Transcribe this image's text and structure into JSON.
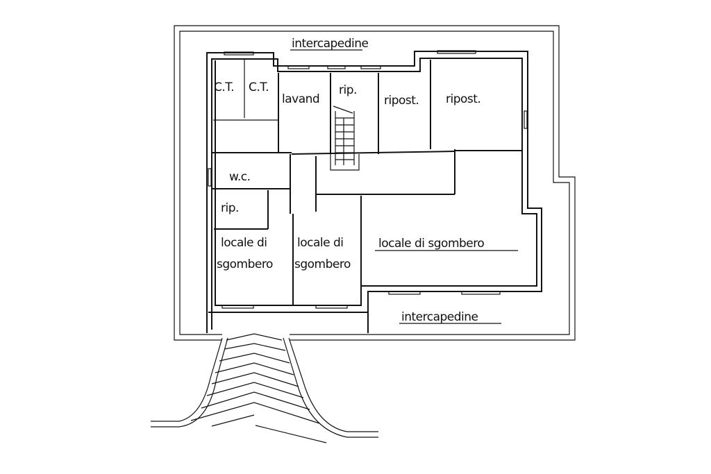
{
  "plan": {
    "rooms": {
      "intercapedine_top": "intercapedine",
      "ct_1": "C.T.",
      "ct_2": "C.T.",
      "lavand": "lavand",
      "rip_stair": "rip.",
      "ripost_1": "ripost.",
      "ripost_2": "ripost.",
      "wc": "w.c.",
      "rip_small": "rip.",
      "locale_left_1": "locale di",
      "locale_left_2": "sgombero",
      "locale_mid_1": "locale di",
      "locale_mid_2": "sgombero",
      "locale_right": "locale di sgombero",
      "intercapedine_bottom": "intercapedine"
    }
  }
}
